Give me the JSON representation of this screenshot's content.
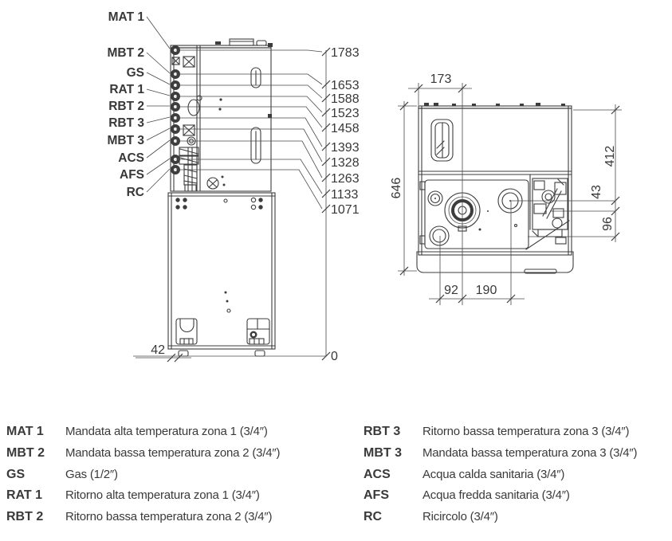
{
  "diagram": {
    "front_view": {
      "connections": [
        {
          "label": "MAT 1",
          "height": "1783"
        },
        {
          "label": "MBT 2",
          "height": "1653"
        },
        {
          "label": "GS",
          "height": "1588"
        },
        {
          "label": "RAT 1",
          "height": "1523"
        },
        {
          "label": "RBT 2",
          "height": "1458"
        },
        {
          "label": "RBT 3",
          "height": "1393"
        },
        {
          "label": "MBT 3",
          "height": "1328"
        },
        {
          "label": "ACS",
          "height": "1263"
        },
        {
          "label": "AFS",
          "height": "1133"
        },
        {
          "label": "RC",
          "height": "1071"
        }
      ],
      "baseline_label": "0",
      "base_offset": "42"
    },
    "top_view": {
      "flue_offset": "173",
      "depth": "646",
      "dim_right_top": "412",
      "dim_right_mid": "43",
      "dim_right_low": "96",
      "dim_bottom_left": "92",
      "dim_bottom_right": "190"
    }
  },
  "legend": {
    "columns": [
      {
        "items": [
          {
            "abbr": "MAT 1",
            "desc": "Mandata alta temperatura zona 1 (3/4″)"
          },
          {
            "abbr": "MBT 2",
            "desc": "Mandata bassa temperatura zona 2 (3/4″)"
          },
          {
            "abbr": "GS",
            "desc": "Gas (1/2″)"
          },
          {
            "abbr": "RAT 1",
            "desc": "Ritorno alta temperatura zona 1 (3/4″)"
          },
          {
            "abbr": "RBT 2",
            "desc": "Ritorno bassa temperatura zona 2 (3/4″)"
          }
        ]
      },
      {
        "items": [
          {
            "abbr": "RBT 3",
            "desc": "Ritorno bassa temperatura zona 3 (3/4″)"
          },
          {
            "abbr": "MBT 3",
            "desc": "Mandata bassa temperatura zona 3 (3/4″)"
          },
          {
            "abbr": "ACS",
            "desc": "Acqua calda sanitaria (3/4″)"
          },
          {
            "abbr": "AFS",
            "desc": "Acqua fredda sanitaria (3/4″)"
          },
          {
            "abbr": "RC",
            "desc": "Ricircolo (3/4″)"
          }
        ]
      }
    ]
  },
  "colors": {
    "line": "#3d3d3d",
    "text": "#3a3a3a",
    "background": "#ffffff"
  }
}
